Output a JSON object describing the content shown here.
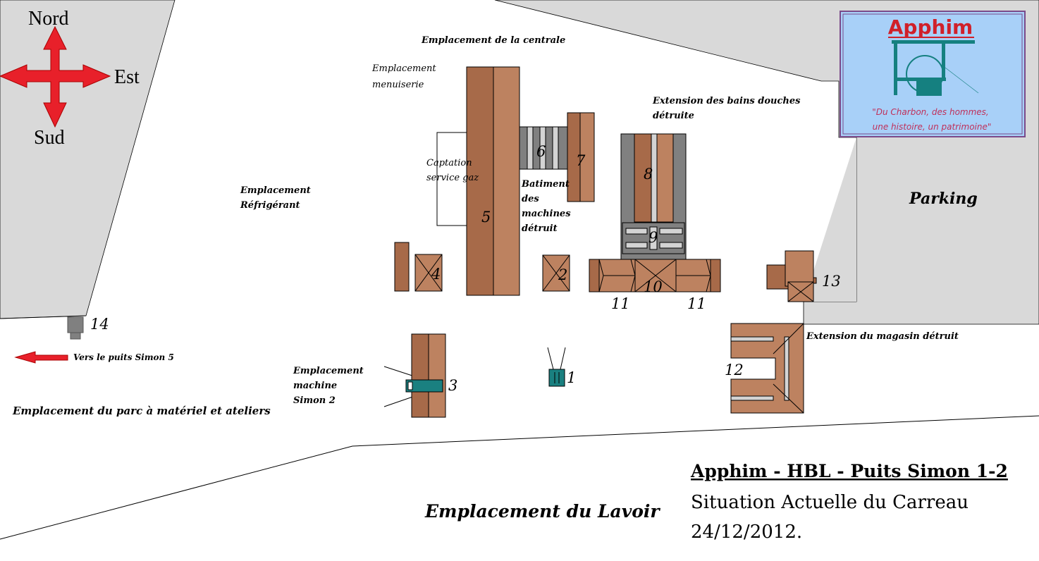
{
  "compass": {
    "north": "Nord",
    "south": "Sud",
    "east": "Est"
  },
  "logo": {
    "title": "Apphim",
    "slogan_line1": "\"Du Charbon, des hommes,",
    "slogan_line2": "une histoire, un patrimoine\""
  },
  "labels": {
    "centrale": "Emplacement de la centrale",
    "menuiserie_1": "Emplacement",
    "menuiserie_2": "menuiserie",
    "captation_1": "Captation",
    "captation_2": "service gaz",
    "refrigerant_1": "Emplacement",
    "refrigerant_2": "Réfrigérant",
    "batiment_1": "Batiment",
    "batiment_2": "des",
    "batiment_3": "machines",
    "batiment_4": "détruit",
    "bains_1": "Extension des bains douches",
    "bains_2": "détruite",
    "parking": "Parking",
    "magasin": "Extension du magasin détruit",
    "vers_simon5": "Vers le puits Simon 5",
    "machine_1": "Emplacement",
    "machine_2": "machine",
    "machine_3": "Simon 2",
    "parc": "Emplacement du parc à matériel et ateliers",
    "lavoir": "Emplacement du Lavoir"
  },
  "buildings": [
    "1",
    "2",
    "3",
    "4",
    "5",
    "6",
    "7",
    "8",
    "9",
    "10",
    "11",
    "11",
    "12",
    "13",
    "14"
  ],
  "footer": {
    "title": "Apphim - HBL - Puits Simon 1-2",
    "subtitle": "Situation Actuelle du Carreau",
    "date": "24/12/2012."
  },
  "colors": {
    "brown_dark": "#a76a49",
    "brown_light": "#bd8260",
    "arrow_red": "#e8202a",
    "teal": "#1a8080",
    "ground_gray": "#d9d9d9"
  }
}
